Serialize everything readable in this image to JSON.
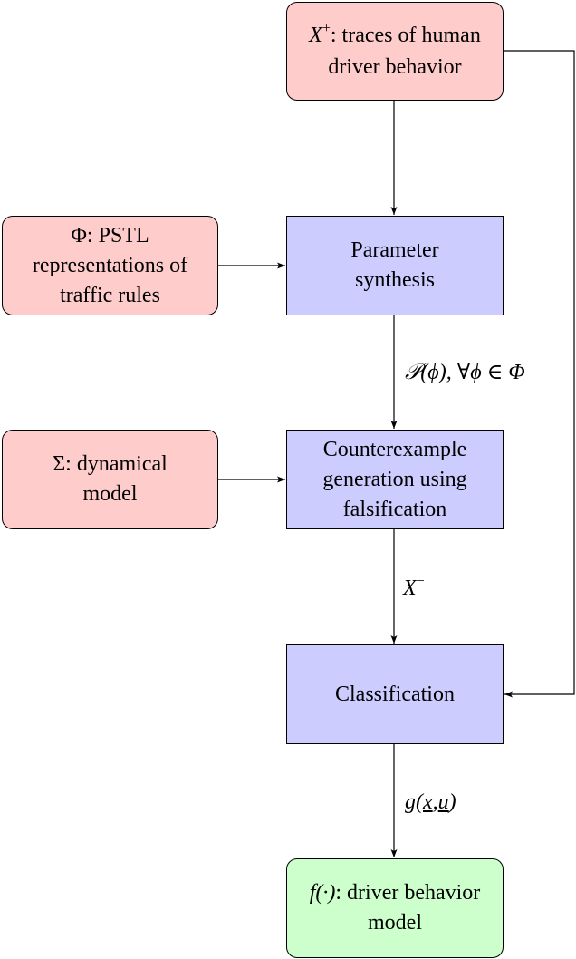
{
  "boxes": {
    "traces": {
      "math": "X",
      "sup": "+",
      "text": ": traces of human driver behavior"
    },
    "pstl": {
      "math": "Φ",
      "text": ": PSTL representations of traffic rules"
    },
    "param": {
      "text": "Parameter synthesis"
    },
    "sigma": {
      "math": "Σ",
      "text": ": dynamical model"
    },
    "counter": {
      "text": "Counterexample generation using falsification"
    },
    "classification": {
      "text": "Classification"
    },
    "model": {
      "math": "f(·)",
      "text": ": driver behavior model"
    }
  },
  "edges": {
    "param_to_counter": "𝒫(ϕ), ∀ϕ ∈ Φ",
    "counter_to_class": {
      "base": "X",
      "sup": "−"
    },
    "class_to_model": {
      "pre": "g(",
      "x": "x",
      "sep": ",",
      "u": "u",
      "post": ")"
    }
  },
  "colors": {
    "input_fill": "#ffcccc",
    "process_fill": "#ccccff",
    "output_fill": "#ccffcc",
    "stroke": "#000000"
  }
}
